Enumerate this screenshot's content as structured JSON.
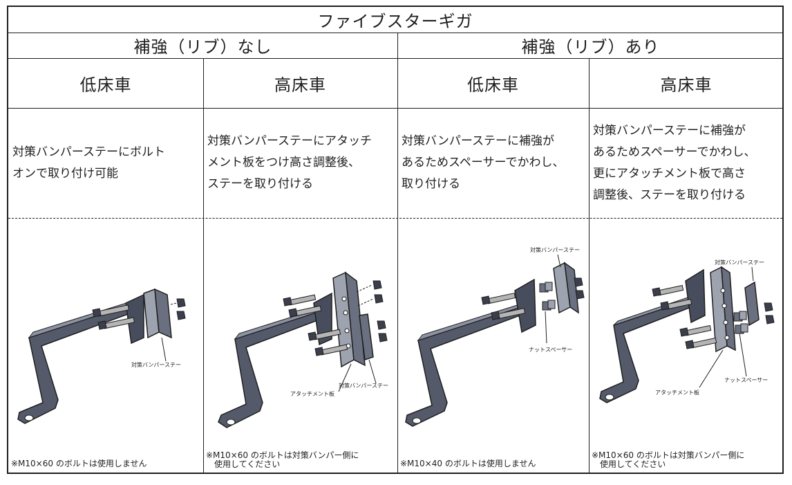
{
  "title": "ファイブスターギガ",
  "groups": [
    {
      "label": "補強（リブ）なし"
    },
    {
      "label": "補強（リブ）あり"
    }
  ],
  "columns": [
    {
      "header": "低床車",
      "description": "対策バンパーステーにボルト\nオンで取り付け可能",
      "note": "※M10×60 のボルトは使用しません",
      "labels": {
        "stay": "対策バンパーステー"
      }
    },
    {
      "header": "高床車",
      "description": "対策バンパーステーにアタッチ\nメント板をつけ高さ調整後、\nステーを取り付ける",
      "note": "※M10×60 のボルトは対策バンパー側に\n　使用してください",
      "labels": {
        "stay": "対策バンパーステー",
        "plate": "アタッチメント板"
      }
    },
    {
      "header": "低床車",
      "description": "対策バンパーステーに補強が\nあるためスペーサーでかわし、\n取り付ける",
      "note": "※M10×40 のボルトは使用しません",
      "labels": {
        "stay": "対策バンパーステー",
        "spacer": "ナットスペーサー"
      }
    },
    {
      "header": "高床車",
      "description": "対策バンパーステーに補強が\nあるためスペーサーでかわし、\n更にアタッチメント板で高さ\n調整後、ステーを取り付ける",
      "note": "※M10×60 のボルトは対策バンパー側に\n　使用してください",
      "labels": {
        "stay": "対策バンパーステー",
        "spacer": "ナットスペーサー",
        "plate": "アタッチメント板"
      }
    }
  ]
}
